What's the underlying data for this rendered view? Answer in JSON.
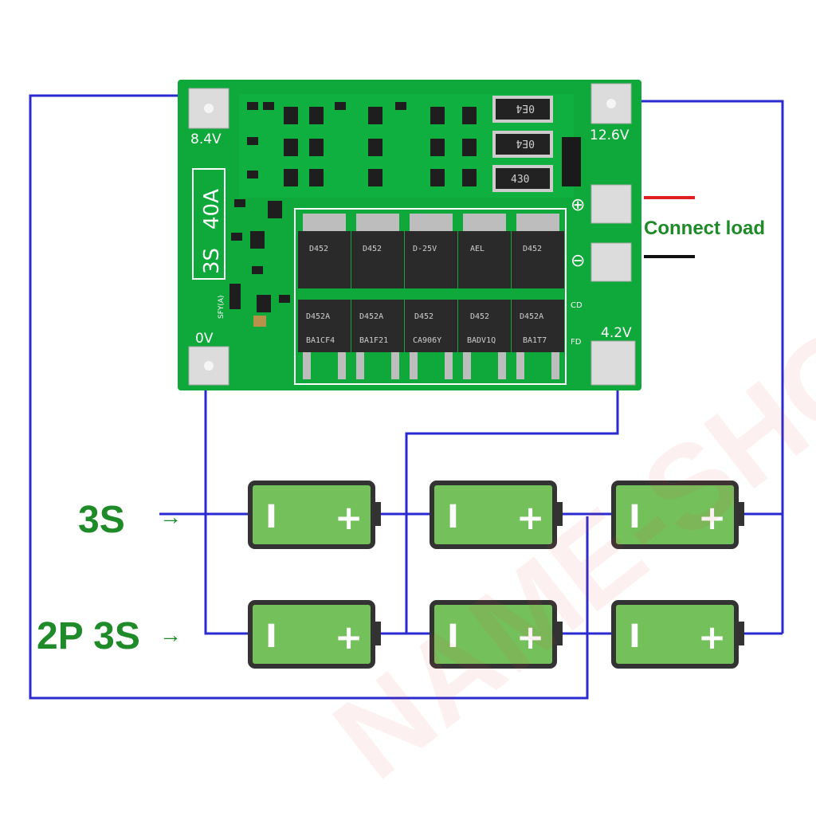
{
  "board": {
    "pad_84v": "8.4V",
    "pad_126v": "12.6V",
    "pad_0v": "0V",
    "pad_42v": "4.2V",
    "rating_series": "3S",
    "rating_current": "40A",
    "resistor_codes": [
      "0E4",
      "0E4",
      "430"
    ],
    "mosfet_top_codes": [
      "D452",
      "D452",
      "D-25V",
      "AEL",
      "D452"
    ],
    "mosfet_bottom_marks": [
      "D452A",
      "D452A",
      "D452",
      "D452",
      "D452A"
    ],
    "mosfet_bottom_lots": [
      "BA1CF4",
      "BA1F21",
      "CA906Y",
      "BADV1Q",
      "BA1T7"
    ],
    "cd_label": "CD",
    "fd_label": "FD",
    "plus_symbol": "⊕",
    "minus_symbol": "⊖",
    "side_label": "SFY(A)"
  },
  "load": {
    "label": "Connect load",
    "positive_color": "#e02020",
    "negative_color": "#111111"
  },
  "configs": {
    "row1": "3S",
    "row2": "2P 3S",
    "arrow": "→"
  },
  "cells": {
    "minus": "I",
    "plus": "+"
  },
  "watermark": "NAME-SHOP",
  "colors": {
    "wire": "#2a2ad0",
    "pcb": "#0fa83a",
    "cell": "#74c05b",
    "label": "#1e8a28"
  }
}
